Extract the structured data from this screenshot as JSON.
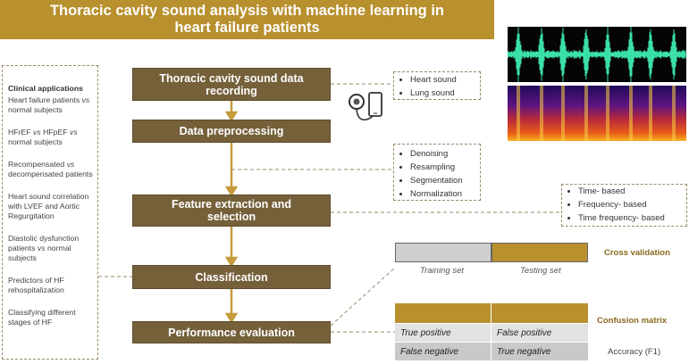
{
  "title": "Thoracic cavity sound analysis with machine learning in heart failure patients",
  "steps": [
    "Thoracic cavity sound data recording",
    "Data preprocessing",
    "Feature extraction and selection",
    "Classification",
    "Performance evaluation"
  ],
  "recording_items": [
    "Heart sound",
    "Lung sound"
  ],
  "preprocessing_items": [
    "Denoising",
    "Resampling",
    "Segmentation",
    "Normalization"
  ],
  "feature_items": [
    "Time- based",
    "Frequency- based",
    "Time frequency- based"
  ],
  "clinical": {
    "heading": "Clinical applications",
    "items": [
      {
        "a": "Heart failure patients ",
        "vs": "vs",
        "b": " normal subjects"
      },
      {
        "a": "HFrEF ",
        "vs": "vs",
        "b": " HFpEF ",
        "vs2": "vs",
        "c": " normal subjects"
      },
      {
        "a": "Recompensated ",
        "vs": "vs",
        "b": " decompensated patients"
      },
      {
        "a": "Heart sound correlation with LVEF and Aortic Regurgitation"
      },
      {
        "a": "Diastolic dysfunction patients ",
        "vs": "vs",
        "b": " normal subjects"
      },
      {
        "a": "Predictors of HF rehospitalization"
      },
      {
        "a": "Classifying different stages of HF"
      }
    ]
  },
  "cross_validation": {
    "label": "Cross validation",
    "training": "Training set",
    "testing": "Testing set",
    "colors": {
      "training": "#cfcfcf",
      "testing": "#b8902e"
    }
  },
  "confusion": {
    "label": "Confusion matrix",
    "cells": [
      "True positive",
      "False positive",
      "False negative",
      "True negative"
    ],
    "accuracy": "Accuracy (F1)"
  },
  "colors": {
    "banner": "#b8902e",
    "step": "#75603a",
    "arrow": "#c69b3c",
    "dash": "#9a8a6a"
  }
}
